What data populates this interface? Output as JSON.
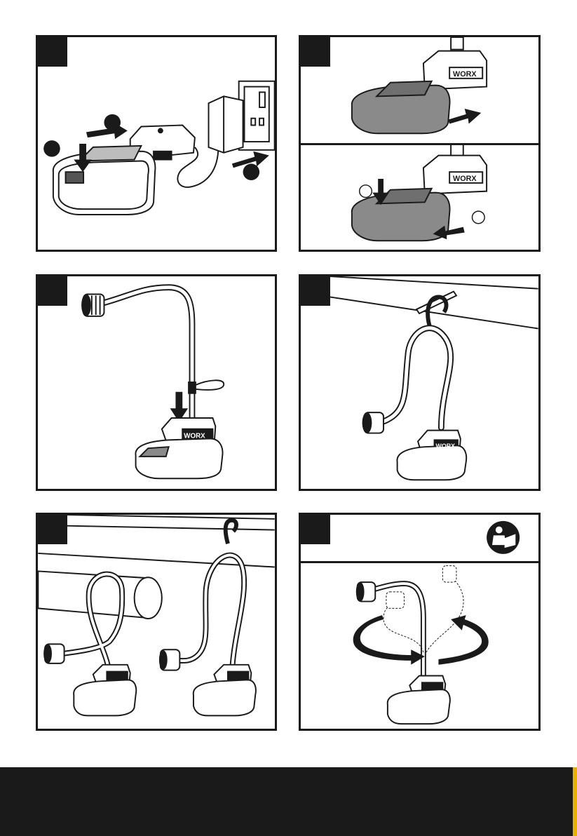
{
  "document": {
    "brand_mark": "WORX",
    "panels": [
      {
        "id": "charge-battery"
      },
      {
        "id": "battery-attach-remove"
      },
      {
        "id": "switch-on"
      },
      {
        "id": "hang-hook"
      },
      {
        "id": "wrap-pipe"
      },
      {
        "id": "rotate-head"
      }
    ]
  },
  "colors": {
    "ink": "#1a1a1a",
    "battery_grey": "#8a8a8a",
    "footer": "#1a1a1a",
    "accent": "#e7b200"
  }
}
